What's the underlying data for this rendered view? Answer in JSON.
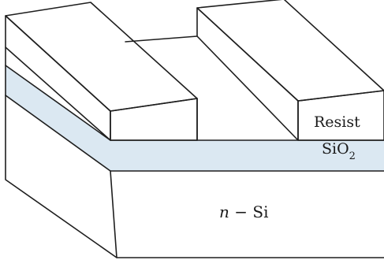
{
  "diagram": {
    "labels": {
      "resist": "Resist",
      "oxide_main": "SiO",
      "oxide_subscript": "2",
      "substrate_italic": "n",
      "substrate_rest": " − Si"
    },
    "colors": {
      "oxide_fill": "#dbe8f2",
      "face_fill": "#ffffff",
      "line": "#1e1e1e"
    }
  }
}
